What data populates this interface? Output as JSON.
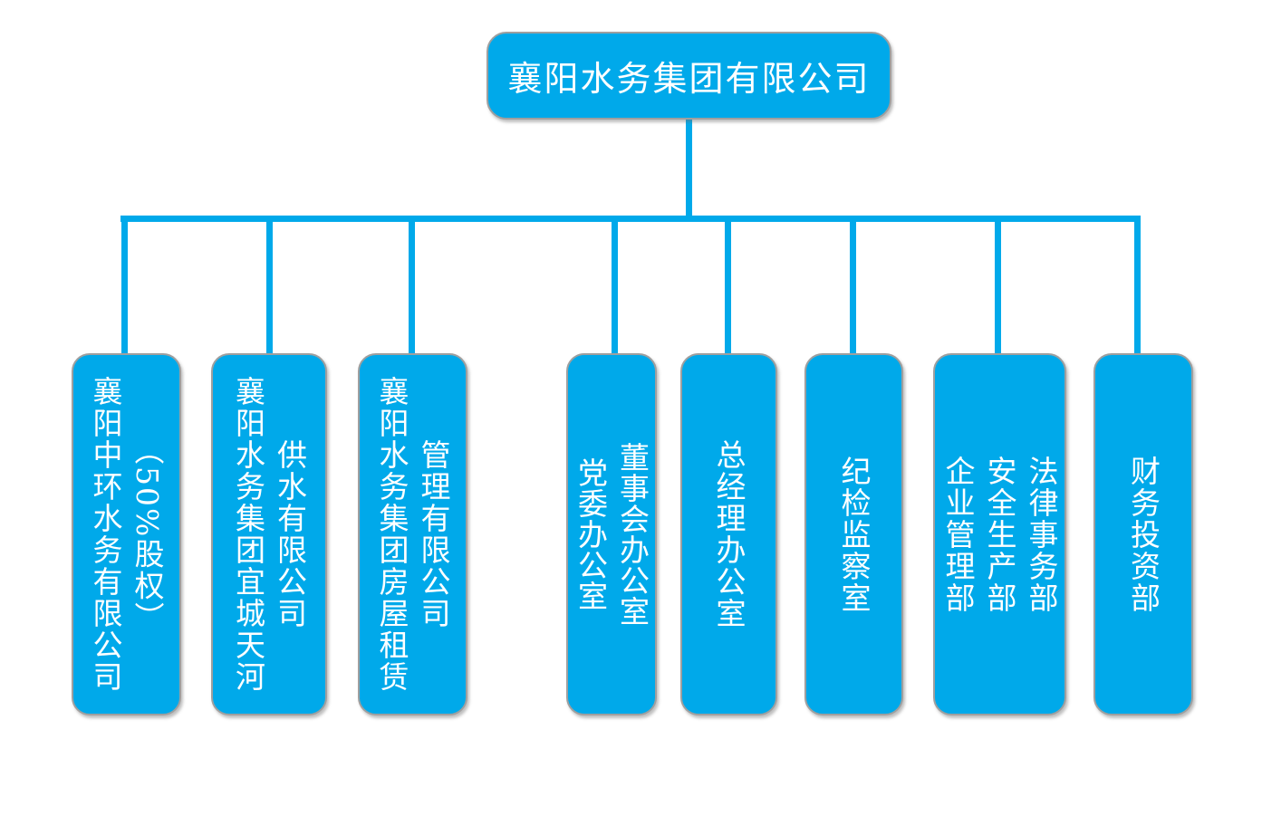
{
  "title": {
    "text": "襄阳水务集团有限公司"
  },
  "colors": {
    "node_fill": "#00a9ea",
    "connector": "#00a9ea",
    "node_border": "#9f9f9f",
    "text": "#ffffff",
    "background": "#ffffff"
  },
  "nodes": [
    {
      "columns": [
        "襄阳中环水务有限公司",
        "（50%股权）"
      ]
    },
    {
      "columns": [
        "襄阳水务集团宜城天河",
        "供水有限公司"
      ]
    },
    {
      "columns": [
        "襄阳水务集团房屋租赁",
        "管理有限公司"
      ]
    },
    {
      "columns": [
        "党委办公室",
        "董事会办公室"
      ]
    },
    {
      "columns": [
        "总经理办公室"
      ]
    },
    {
      "columns": [
        "纪检监察室"
      ]
    },
    {
      "columns": [
        "企业管理部",
        "安全生产部",
        "法律事务部"
      ]
    },
    {
      "columns": [
        "财务投资部"
      ]
    }
  ]
}
